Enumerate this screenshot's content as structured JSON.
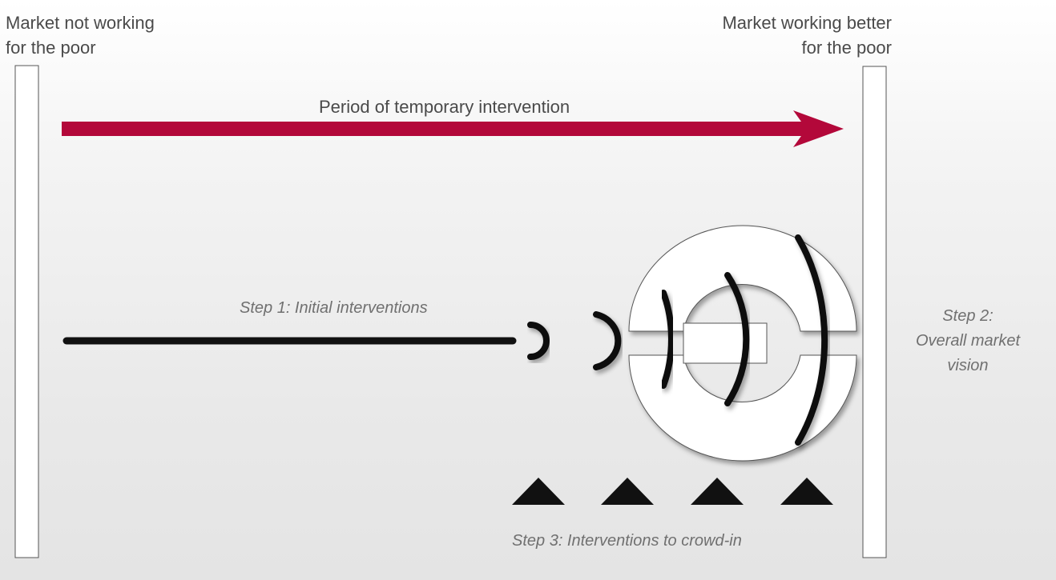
{
  "left_state": [
    "Market not working",
    "for the poor"
  ],
  "right_state": [
    "Market working better",
    "for the poor"
  ],
  "arrow_label": "Period of temporary intervention",
  "step1": "Step 1: Initial interventions",
  "step2": [
    "Step 2:",
    "Overall market",
    "vision"
  ],
  "step3": "Step 3: Interventions to crowd-in",
  "colors": {
    "arrow": "#b3083a",
    "ink": "#111111",
    "pillar_stroke": "#555555"
  }
}
